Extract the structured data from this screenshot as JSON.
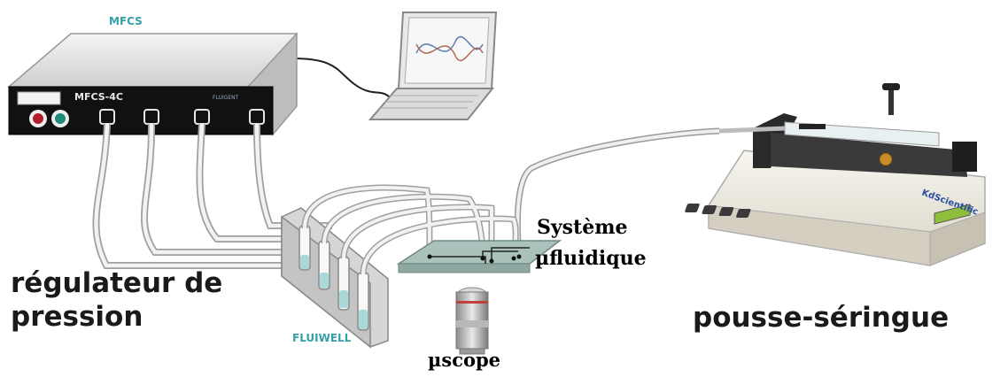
{
  "labels": {
    "mfcs": "MFCS",
    "device_model": "MFCS-4C",
    "fluiwell": "FLUIWELL",
    "systeme_line1": "Système",
    "systeme_line2": "µfluidique",
    "regulateur_line1": "régulateur de",
    "regulateur_line2": "pression",
    "pousse_seringue": "pousse-séringue",
    "microscope": "µscope"
  },
  "colors": {
    "teal_label": "#34a0a8",
    "device_body": "#e6e6e6",
    "device_front": "#111111",
    "tubing": "#bfbfbf",
    "chip": "#9fb7b1",
    "pump_body": "#ece8de",
    "pump_dark": "#2b2b2b"
  }
}
